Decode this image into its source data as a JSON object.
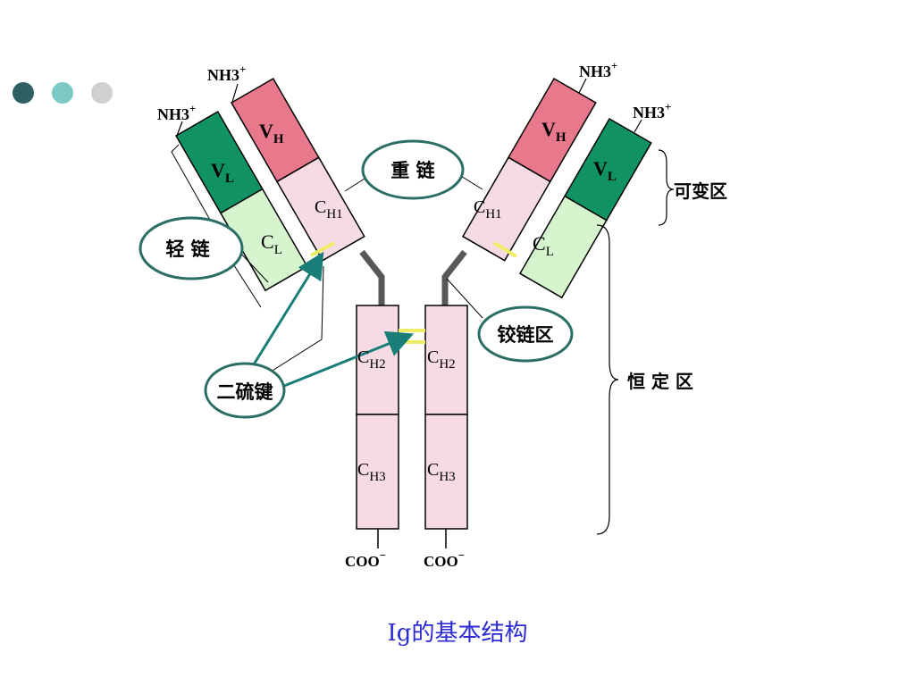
{
  "slide": {
    "caption": "Ig的基本结构",
    "caption_color": "#2a2ad0",
    "dot_colors": [
      "#2e5f62",
      "#7cc9c6",
      "#cfd0d0"
    ]
  },
  "colors": {
    "vh": "#e8798c",
    "vl": "#119263",
    "ch": "#f7dbe4",
    "cl": "#d6f5cf",
    "hinge": "#585858",
    "disulfide": "#eeee66",
    "callout": "#2b6e66",
    "arrow": "#1a7e78"
  },
  "left_arm": {
    "heavy_nh3": "NH3",
    "light_nh3": "NH3",
    "vh": {
      "main": "V",
      "sub": "H"
    },
    "ch1": {
      "main": "C",
      "sub": "H1"
    },
    "vl": {
      "main": "V",
      "sub": "L"
    },
    "cl": {
      "main": "C",
      "sub": "L"
    }
  },
  "right_arm": {
    "heavy_nh3": "NH3",
    "light_nh3": "NH3",
    "vh": {
      "main": "V",
      "sub": "H"
    },
    "ch1": {
      "main": "C",
      "sub": "H1"
    },
    "vl": {
      "main": "V",
      "sub": "L"
    },
    "cl": {
      "main": "C",
      "sub": "L"
    }
  },
  "nh3_sup": "+",
  "fc": {
    "left": {
      "ch2": {
        "main": "C",
        "sub": "H2"
      },
      "ch3": {
        "main": "C",
        "sub": "H3"
      },
      "coo": "COO",
      "coo_sup": "−"
    },
    "right": {
      "ch2": {
        "main": "C",
        "sub": "H2"
      },
      "ch3": {
        "main": "C",
        "sub": "H3"
      },
      "coo": "COO",
      "coo_sup": "−"
    }
  },
  "labels": {
    "heavy_chain": "重 链",
    "light_chain": "轻 链",
    "hinge_region": "铰链区",
    "disulfide_bond": "二硫键",
    "variable_region": "可变区",
    "constant_region": "恒 定 区"
  }
}
